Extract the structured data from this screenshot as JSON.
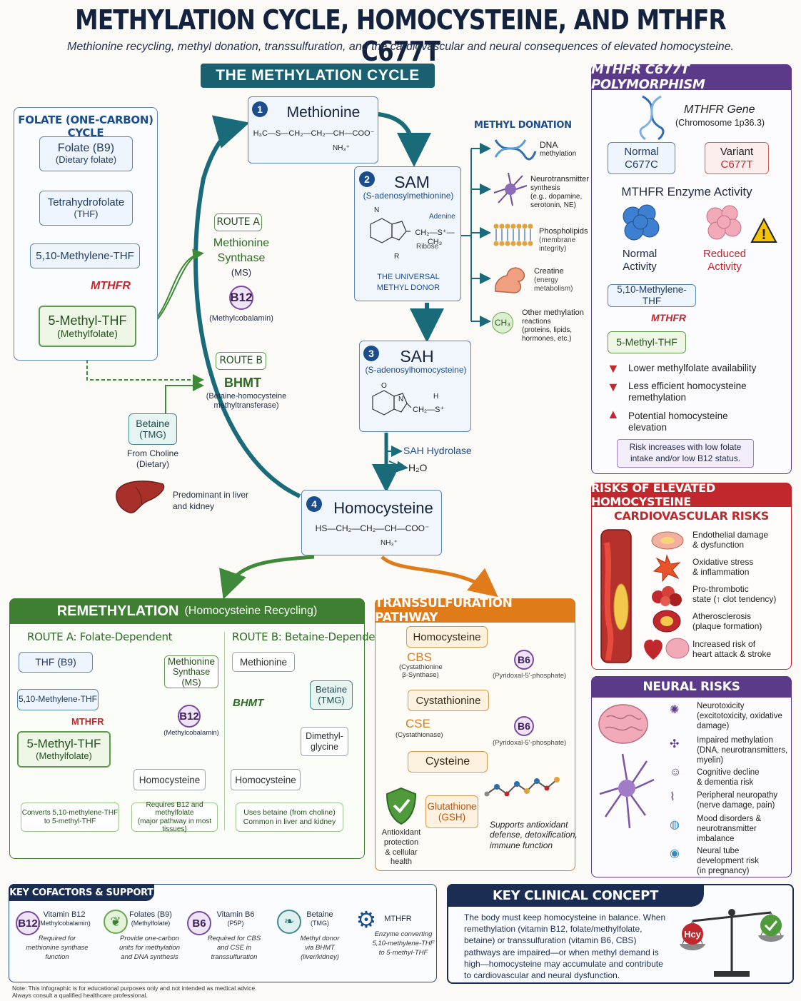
{
  "header": {
    "title": "METHYLATION CYCLE, HOMOCYSTEINE, AND MTHFR C677T",
    "subtitle": "Methionine recycling, methyl donation, transsulfuration, and the cardiovascular and neural consequences of elevated homocysteine."
  },
  "cycle": {
    "banner": "THE METHYLATION CYCLE",
    "methionine": {
      "num": "1",
      "name": "Methionine",
      "formula": "H₃C—S—CH₂—CH₂—CH—COO⁻",
      "formula_sub": "NH₃⁺"
    },
    "sam": {
      "num": "2",
      "name": "SAM",
      "full": "(S-adenosylmethionine)",
      "adenine": "Adenine",
      "ribose": "Ribose",
      "n_label": "N",
      "r_label": "R",
      "group": "CH₂—S⁺—CH₃",
      "tag1": "THE UNIVERSAL",
      "tag2": "METHYL DONOR"
    },
    "sah": {
      "num": "3",
      "name": "SAH",
      "full": "(S-adenosylhomocysteine)",
      "group": "CH₂—S⁺",
      "o_label": "O",
      "h_label": "H",
      "n_label": "N"
    },
    "hydrolase": "SAH Hydrolase",
    "water": "H₂O",
    "homocysteine": {
      "num": "4",
      "name": "Homocysteine",
      "formula": "HS—CH₂—CH₂—CH—COO⁻",
      "formula_sub": "NH₃⁺"
    }
  },
  "folate": {
    "title": "FOLATE (ONE-CARBON) CYCLE",
    "folate_name": "Folate (B9)",
    "folate_sub": "(Dietary folate)",
    "thf_name": "Tetrahydrofolate",
    "thf_sub": "(THF)",
    "methylene": "5,10-Methylene-THF",
    "enzyme": "MTHFR",
    "methyl_name": "5-Methyl-THF",
    "methyl_sub": "(Methylfolate)"
  },
  "routes": {
    "a_tag": "ROUTE A",
    "a_name1": "Methionine",
    "a_name2": "Synthase",
    "a_abbr": "(MS)",
    "b12": "B12",
    "b12_sub": "(Methylcobalamin)",
    "b_tag": "ROUTE B",
    "b_name": "BHMT",
    "b_full1": "(Betaine-homocysteine",
    "b_full2": "methyltransferase)",
    "betaine_name": "Betaine",
    "betaine_sub": "(TMG)",
    "choline1": "From Choline",
    "choline2": "(Dietary)",
    "liver1": "Predominant in liver",
    "liver2": "and kidney"
  },
  "methyl_donation": {
    "title": "METHYL DONATION",
    "items": [
      {
        "title": "DNA",
        "desc": "methylation"
      },
      {
        "title": "Neurotransmitter",
        "desc": "synthesis\n(e.g., dopamine,\nserotonin, NE)"
      },
      {
        "title": "Phospholipids",
        "desc": "(membrane\nintegrity)"
      },
      {
        "title": "Creatine",
        "desc": "(energy\nmetabolism)"
      },
      {
        "title": "Other methylation",
        "desc": "reactions\n(proteins, lipids,\nhormones, etc.)"
      }
    ],
    "ch3": "CH₃"
  },
  "mthfr": {
    "title": "MTHFR C677T POLYMORPHISM",
    "gene": "MTHFR Gene",
    "chromosome": "(Chromosome 1p36.3)",
    "normal1": "Normal",
    "normal2": "C677C",
    "variant1": "Variant",
    "variant2": "C677T",
    "activity_title": "MTHFR Enzyme Activity",
    "normal_act1": "Normal",
    "normal_act2": "Activity",
    "reduced1": "Reduced",
    "reduced2": "Activity",
    "methylene": "5,10-Methylene-THF",
    "enzyme": "MTHFR",
    "methyl": "5-Methyl-THF",
    "effects": [
      "Lower methylfolate availability",
      "Less efficient homocysteine\nremethylation",
      "Potential homocysteine\nelevation"
    ],
    "note1": "Risk increases with low folate",
    "note2": "intake and/or low B12 status."
  },
  "risks": {
    "title": "RISKS OF ELEVATED HOMOCYSTEINE",
    "cv_title": "CARDIOVASCULAR RISKS",
    "cv_items": [
      "Endothelial damage\n& dysfunction",
      "Oxidative stress\n& inflammation",
      "Pro-thrombotic\nstate (↑ clot tendency)",
      "Atherosclerosis\n(plaque formation)",
      "Increased risk of\nheart attack & stroke"
    ],
    "neural_title": "NEURAL RISKS",
    "neural_items": [
      "Neurotoxicity\n(excitotoxicity, oxidative\ndamage)",
      "Impaired methylation\n(DNA, neurotransmitters,\nmyelin)",
      "Cognitive decline\n& dementia risk",
      "Peripheral neuropathy\n(nerve damage, pain)",
      "Mood disorders &\nneurotransmitter\nimbalance",
      "Neural tube\ndevelopment risk\n(in pregnancy)"
    ]
  },
  "remethylation": {
    "title": "REMETHYLATION",
    "title_sub": "(Homocysteine Recycling)",
    "route_a": "ROUTE A: Folate-Dependent",
    "route_b": "ROUTE B: Betaine-Dependent",
    "thf": "THF (B9)",
    "methylene": "5,10-Methylene-THF",
    "mthfr": "MTHFR",
    "methyl_name": "5-Methyl-THF",
    "methyl_sub": "(Methylfolate)",
    "ms1": "Methionine",
    "ms2": "Synthase (MS)",
    "b12": "B12",
    "b12_sub": "(Methylcobalamin)",
    "hcy_a": "Homocysteine",
    "note_a1": "Converts 5,10-methylene-THF\nto 5-methyl-THF",
    "note_a2": "Requires B12 and methylfolate\n(major pathway in most tissues)",
    "methionine_b": "Methionine",
    "bhmt": "BHMT",
    "betaine": "Betaine\n(TMG)",
    "dmg": "Dimethyl-\nglycine",
    "hcy_b": "Homocysteine",
    "note_b": "Uses betaine (from choline)\nCommon in liver and kidney"
  },
  "transsulfuration": {
    "title": "TRANSSULFURATION PATHWAY",
    "hcy": "Homocysteine",
    "cbs": "CBS",
    "cbs_sub": "(Cystathionine\nβ-Synthase)",
    "b6": "B6",
    "b6_sub": "(Pyridoxal-5'-phosphate)",
    "cystathionine": "Cystathionine",
    "cse": "CSE",
    "cse_sub": "(Cystathionase)",
    "cysteine": "Cysteine",
    "glut1": "Glutathione",
    "glut2": "(GSH)",
    "antiox": "Antioxidant\nprotection\n& cellular\nhealth",
    "supports": "Supports antioxidant\ndefense, detoxification,\nimmune function"
  },
  "cofactors": {
    "title": "KEY COFACTORS & SUPPORT",
    "items": [
      {
        "badge": "B12",
        "name": "Vitamin B12",
        "sub": "(Methylcobalamin)",
        "desc": "Required for\nmethionine synthase\nfunction"
      },
      {
        "badge": "",
        "name": "Folates (B9)",
        "sub": "(Methylfolate)",
        "desc": "Provide one-carbon\nunits for methylation\nand DNA synthesis"
      },
      {
        "badge": "B6",
        "name": "Vitamin B6",
        "sub": "(P5P)",
        "desc": "Required for CBS\nand CSE in\ntranssulfuration"
      },
      {
        "badge": "",
        "name": "Betaine",
        "sub": "(TMG)",
        "desc": "Methyl donor\nvia BHMT\n(liver/kidney)"
      },
      {
        "badge": "",
        "name": "MTHFR",
        "sub": "",
        "desc": "Enzyme converting\n5,10-methylene-THF\nto 5-methyl-THF"
      }
    ]
  },
  "clinical": {
    "title": "KEY CLINICAL CONCEPT",
    "text": "The body must keep homocysteine in balance. When remethylation (vitamin B12, folate/methylfolate, betaine) or transsulfuration (vitamin B6, CBS) pathways are impaired—or when methyl demand is high—homocysteine may accumulate and contribute to cardiovascular and neural dysfunction.",
    "hcy": "Hcy"
  },
  "footer": {
    "note1": "Note: This infographic is for educational purposes only and not intended as medical advice.",
    "note2": "Always consult a qualified healthcare professional."
  },
  "colors": {
    "navy": "#1b2d52",
    "teal": "#1a6b7a",
    "green": "#3f7f32",
    "orange": "#e07b1a",
    "purple": "#5b3a8a",
    "red": "#c0282d"
  }
}
